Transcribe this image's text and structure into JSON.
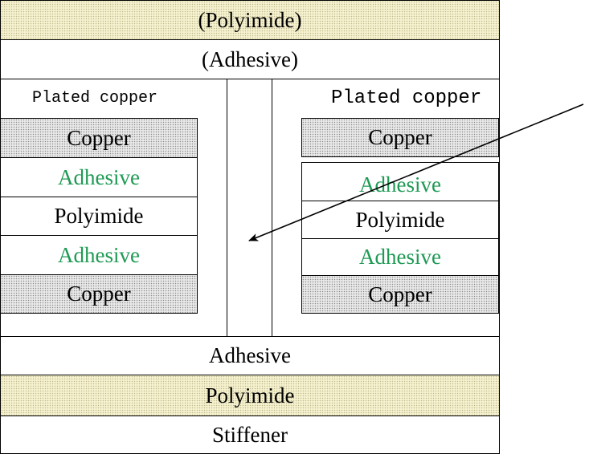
{
  "layers": {
    "top_polyimide": "(Polyimide)",
    "top_adhesive": "(Adhesive)",
    "bottom_adhesive": "Adhesive",
    "bottom_polyimide": "Polyimide",
    "stiffener": "Stiffener"
  },
  "left_stack": {
    "plated_label": "Plated copper",
    "copper_top": "Copper",
    "adhesive_top": "Adhesive",
    "polyimide": "Polyimide",
    "adhesive_bottom": "Adhesive",
    "copper_bottom": "Copper"
  },
  "right_stack": {
    "plated_label": "Plated copper",
    "copper_top": "Copper",
    "adhesive_top": "Adhesive",
    "polyimide": "Polyimide",
    "adhesive_bottom": "Adhesive",
    "copper_bottom": "Copper"
  },
  "colors": {
    "adhesive_text": "#1f9a55",
    "polyimide_fill": "#f6f2cf",
    "copper_fill": "#e9e9e9"
  }
}
